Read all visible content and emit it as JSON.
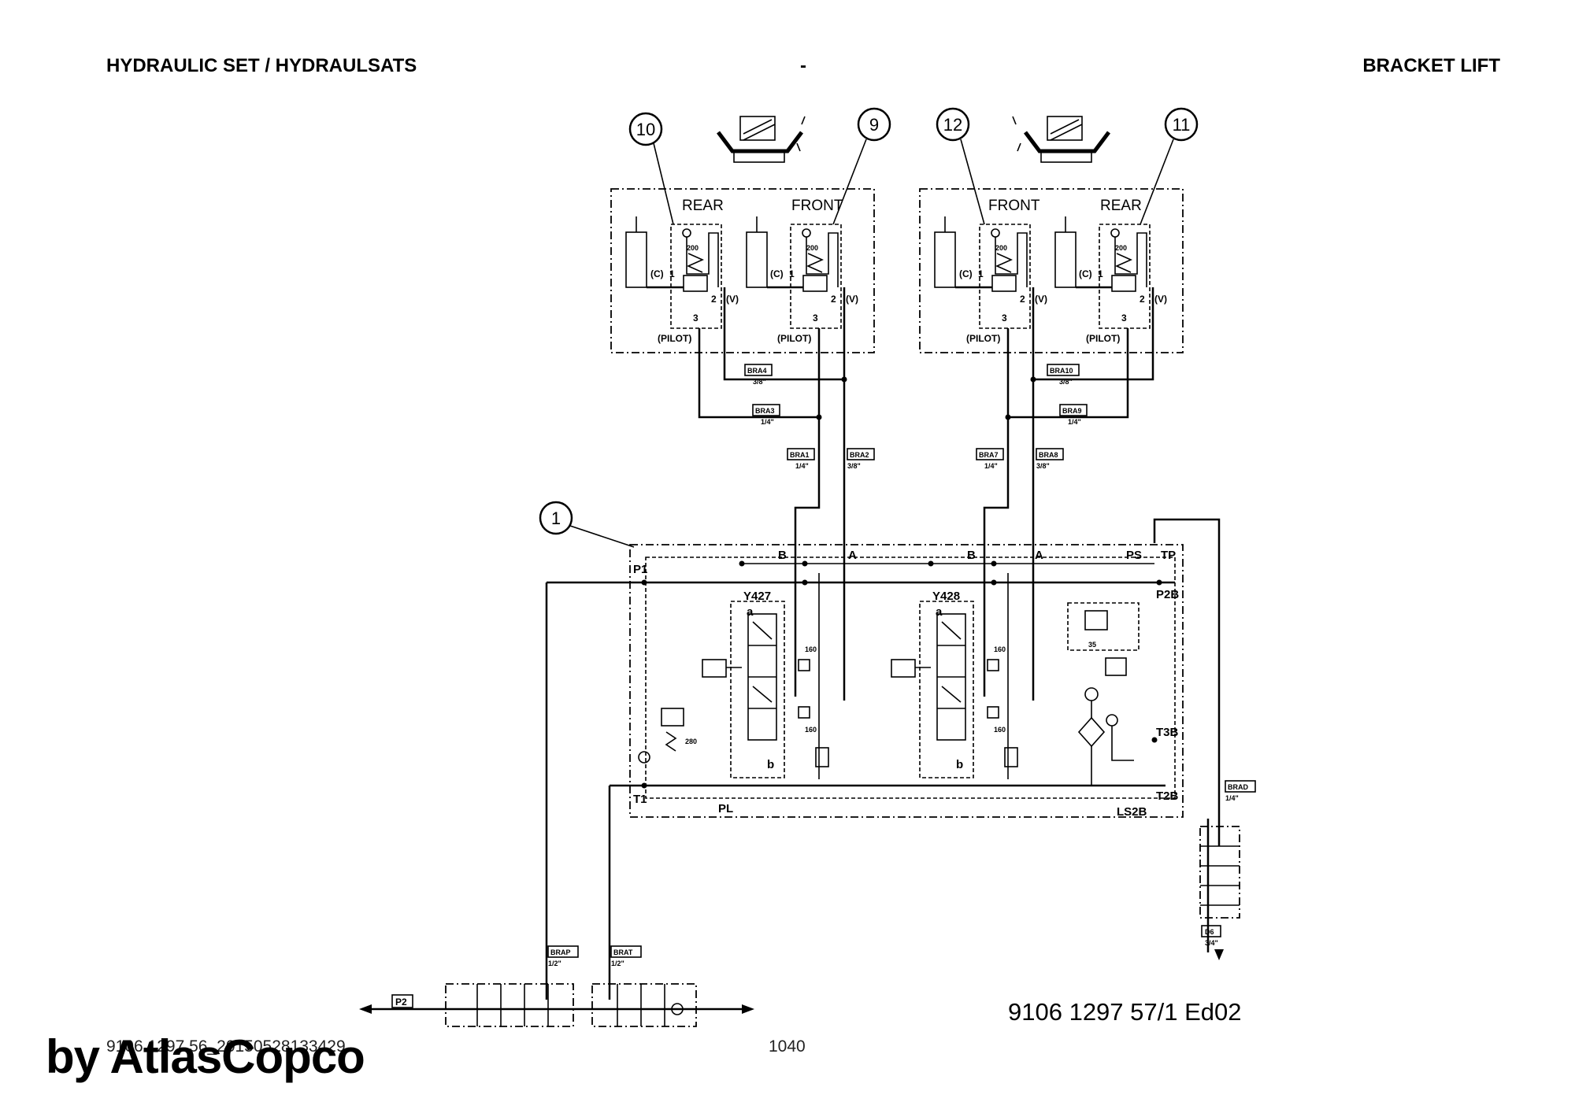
{
  "header": {
    "left": "HYDRAULIC SET / HYDRAULSATS",
    "center": "-",
    "right": "BRACKET LIFT"
  },
  "callouts": [
    "10",
    "9",
    "12",
    "11",
    "1"
  ],
  "sections": {
    "rear": "REAR",
    "front": "FRONT",
    "pilot": "(PILOT)",
    "c": "(C)",
    "v": "(V)",
    "valve_setting": "200",
    "port1": "1",
    "port2": "2",
    "port3": "3"
  },
  "hoses": [
    {
      "label": "BRA4",
      "size": "3/8\""
    },
    {
      "label": "BRA3",
      "size": "1/4\""
    },
    {
      "label": "BRA1",
      "size": "1/4\""
    },
    {
      "label": "BRA2",
      "size": "3/8\""
    },
    {
      "label": "BRA10",
      "size": "3/8\""
    },
    {
      "label": "BRA9",
      "size": "1/4\""
    },
    {
      "label": "BRA7",
      "size": "1/4\""
    },
    {
      "label": "BRA8",
      "size": "3/8\""
    },
    {
      "label": "BRAD",
      "size": "1/4\""
    },
    {
      "label": "D6",
      "size": "3/4\""
    },
    {
      "label": "BRAP",
      "size": "1/2\""
    },
    {
      "label": "BRAT",
      "size": "1/2\""
    }
  ],
  "ports": {
    "p1": "P1",
    "t1": "T1",
    "pl": "PL",
    "ps": "PS",
    "tp": "TP",
    "p2b": "P2B",
    "t3b": "T3B",
    "t2b": "T2B",
    "ls2b": "LS2B",
    "b": "B",
    "a": "A",
    "p2": "P2"
  },
  "valves": {
    "y427": "Y427",
    "y428": "Y428",
    "a_label": "a",
    "b_label": "b",
    "v160": "160",
    "v280": "280",
    "v35": "35"
  },
  "drawing_number": "9106 1297 57/1  Ed02",
  "footer": {
    "doc_id": "9106 1297 56_20150528133429",
    "page": "1040",
    "watermark": "by AtlasCopco"
  }
}
